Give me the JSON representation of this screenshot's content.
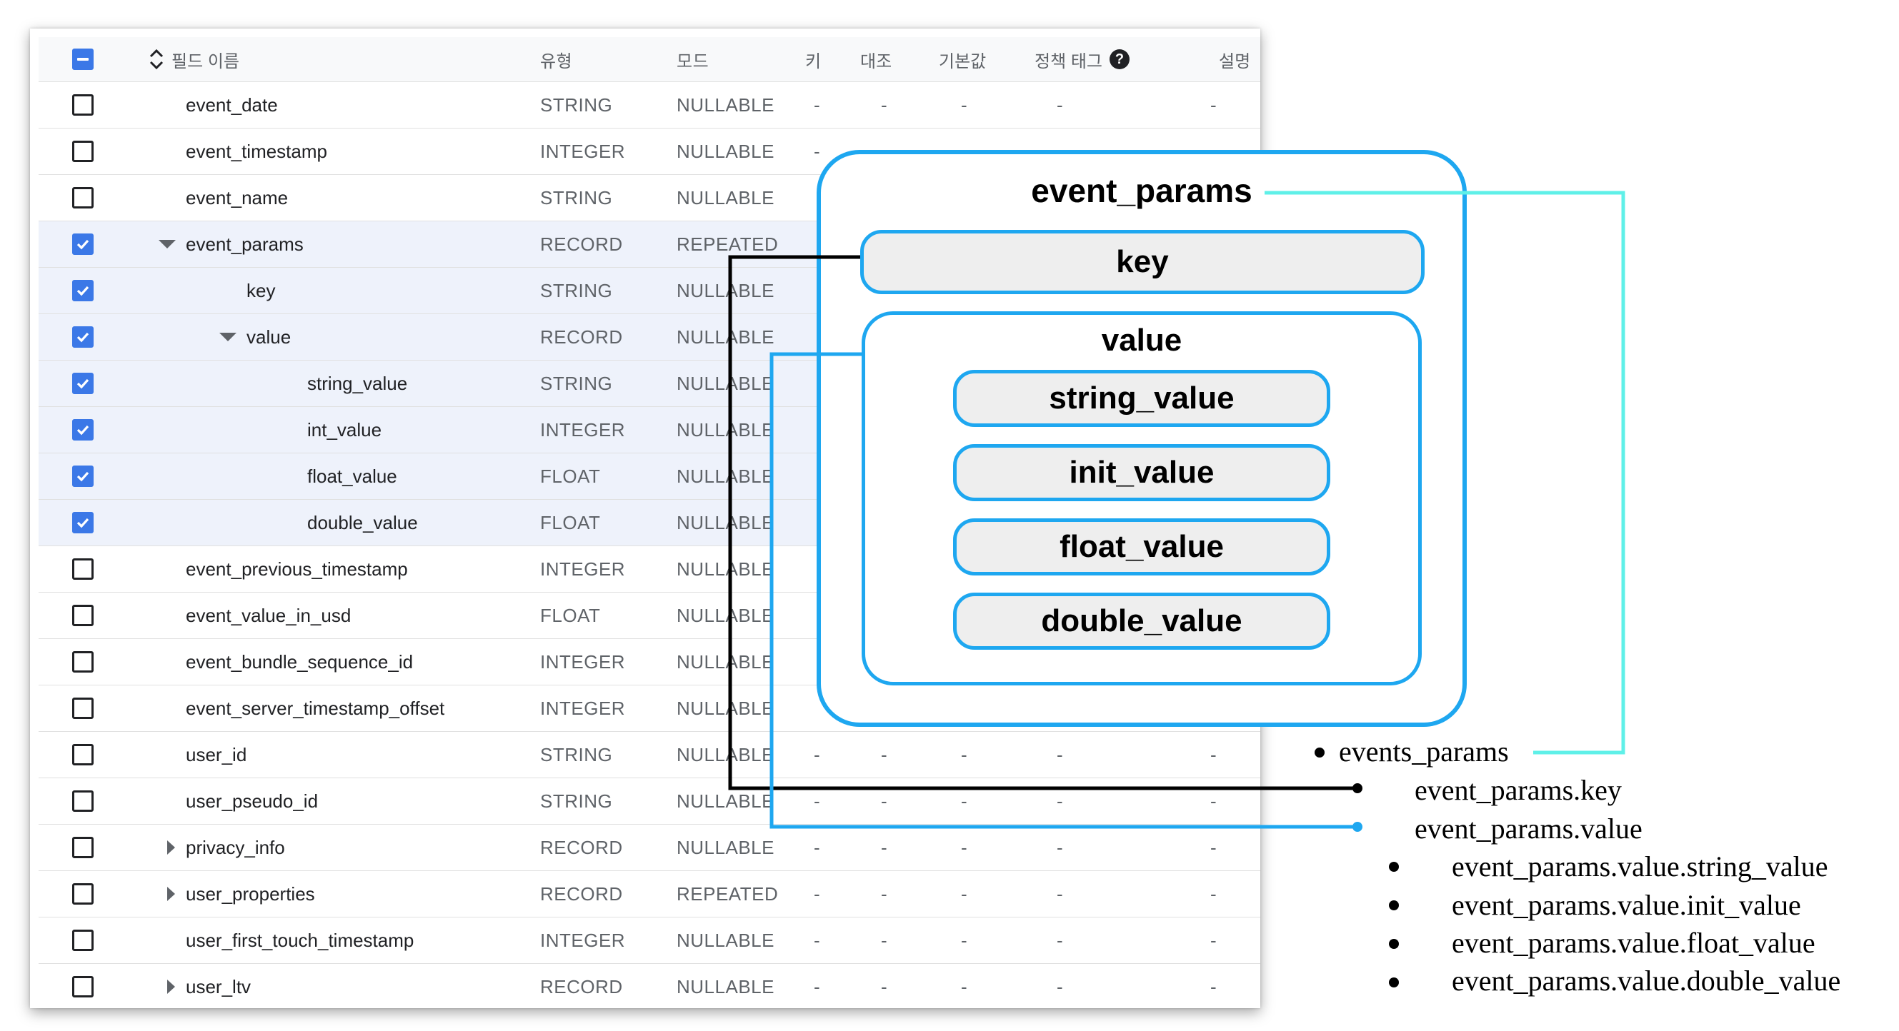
{
  "table": {
    "headers": {
      "field_name": "필드 이름",
      "type": "유형",
      "mode": "모드",
      "key": "키",
      "collation": "대조",
      "default": "기본값",
      "policy_tag": "정책 태그",
      "description": "설명",
      "help_glyph": "?"
    },
    "rows": [
      {
        "name": "event_date",
        "type": "STRING",
        "mode": "NULLABLE",
        "key": "-",
        "collation": "-",
        "default": "-",
        "policy": "-",
        "desc": "-"
      },
      {
        "name": "event_timestamp",
        "type": "INTEGER",
        "mode": "NULLABLE",
        "key": "-",
        "collation": "",
        "default": "",
        "policy": "",
        "desc": ""
      },
      {
        "name": "event_name",
        "type": "STRING",
        "mode": "NULLABLE",
        "key": "",
        "collation": "",
        "default": "",
        "policy": "",
        "desc": ""
      },
      {
        "name": "event_params",
        "type": "RECORD",
        "mode": "REPEATED",
        "key": "",
        "collation": "",
        "default": "",
        "policy": "",
        "desc": ""
      },
      {
        "name": "key",
        "type": "STRING",
        "mode": "NULLABLE",
        "key": "",
        "collation": "",
        "default": "",
        "policy": "",
        "desc": ""
      },
      {
        "name": "value",
        "type": "RECORD",
        "mode": "NULLABLE",
        "key": "",
        "collation": "",
        "default": "",
        "policy": "",
        "desc": ""
      },
      {
        "name": "string_value",
        "type": "STRING",
        "mode": "NULLABLE",
        "key": "",
        "collation": "",
        "default": "",
        "policy": "",
        "desc": ""
      },
      {
        "name": "int_value",
        "type": "INTEGER",
        "mode": "NULLABLE",
        "key": "",
        "collation": "",
        "default": "",
        "policy": "",
        "desc": ""
      },
      {
        "name": "float_value",
        "type": "FLOAT",
        "mode": "NULLABLE",
        "key": "",
        "collation": "",
        "default": "",
        "policy": "",
        "desc": ""
      },
      {
        "name": "double_value",
        "type": "FLOAT",
        "mode": "NULLABLE",
        "key": "",
        "collation": "",
        "default": "",
        "policy": "",
        "desc": ""
      },
      {
        "name": "event_previous_timestamp",
        "type": "INTEGER",
        "mode": "NULLABLE",
        "key": "",
        "collation": "",
        "default": "",
        "policy": "",
        "desc": ""
      },
      {
        "name": "event_value_in_usd",
        "type": "FLOAT",
        "mode": "NULLABLE",
        "key": "",
        "collation": "",
        "default": "",
        "policy": "",
        "desc": ""
      },
      {
        "name": "event_bundle_sequence_id",
        "type": "INTEGER",
        "mode": "NULLABLE",
        "key": "",
        "collation": "",
        "default": "",
        "policy": "",
        "desc": ""
      },
      {
        "name": "event_server_timestamp_offset",
        "type": "INTEGER",
        "mode": "NULLABLE",
        "key": "",
        "collation": "",
        "default": "",
        "policy": "",
        "desc": ""
      },
      {
        "name": "user_id",
        "type": "STRING",
        "mode": "NULLABLE",
        "key": "-",
        "collation": "-",
        "default": "-",
        "policy": "-",
        "desc": "-"
      },
      {
        "name": "user_pseudo_id",
        "type": "STRING",
        "mode": "NULLABLE",
        "key": "-",
        "collation": "-",
        "default": "-",
        "policy": "-",
        "desc": "-"
      },
      {
        "name": "privacy_info",
        "type": "RECORD",
        "mode": "NULLABLE",
        "key": "-",
        "collation": "-",
        "default": "-",
        "policy": "-",
        "desc": "-"
      },
      {
        "name": "user_properties",
        "type": "RECORD",
        "mode": "REPEATED",
        "key": "-",
        "collation": "-",
        "default": "-",
        "policy": "-",
        "desc": "-"
      },
      {
        "name": "user_first_touch_timestamp",
        "type": "INTEGER",
        "mode": "NULLABLE",
        "key": "-",
        "collation": "-",
        "default": "-",
        "policy": "-",
        "desc": "-"
      },
      {
        "name": "user_ltv",
        "type": "RECORD",
        "mode": "NULLABLE",
        "key": "-",
        "collation": "-",
        "default": "-",
        "policy": "-",
        "desc": "-"
      }
    ]
  },
  "diagram": {
    "outer_title": "event_params",
    "key_label": "key",
    "value_title": "value",
    "value_items": [
      "string_value",
      "init_value",
      "float_value",
      "double_value"
    ]
  },
  "paths": {
    "root": "events_params",
    "key_path": "event_params.key",
    "value_path": "event_params.value",
    "value_children": [
      "event_params.value.string_value",
      "event_params.value.init_value",
      "event_params.value.float_value",
      "event_params.value.double_value"
    ]
  },
  "colors": {
    "diagram_blue": "#1ea7f0",
    "connector_cyan": "#5ff0e8",
    "checkbox_blue": "#3b78e7",
    "selected_row": "#eef2fb"
  }
}
